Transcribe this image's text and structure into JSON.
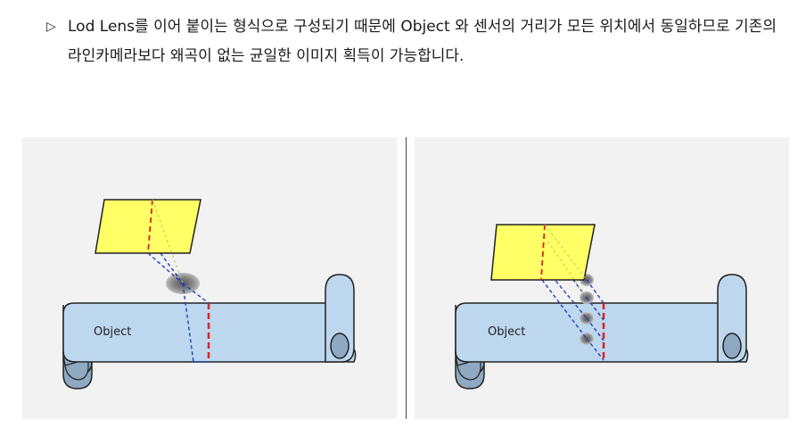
{
  "caption": {
    "bullet": "▷",
    "text": "Lod Lens를 이어 붙이는 형식으로 구성되기 때문에 Object 와 센서의 거리가 모든 위치에서 동일하므로 기존의 라인카메라보다 왜곡이 없는 균일한 이미지 획득이 가능합니다."
  },
  "left_diagram": {
    "object_label": "Object"
  },
  "right_diagram": {
    "object_label": "Object"
  },
  "colors": {
    "panel_bg": "#f2f2f2",
    "sensor_fill": "#ffff66",
    "scroll_fill": "#bdd7ee",
    "scroll_shadow": "#8ea9c1",
    "ray": "#1f3fbf",
    "scan_line": "#e02020",
    "divider": "#2f4f6f"
  }
}
